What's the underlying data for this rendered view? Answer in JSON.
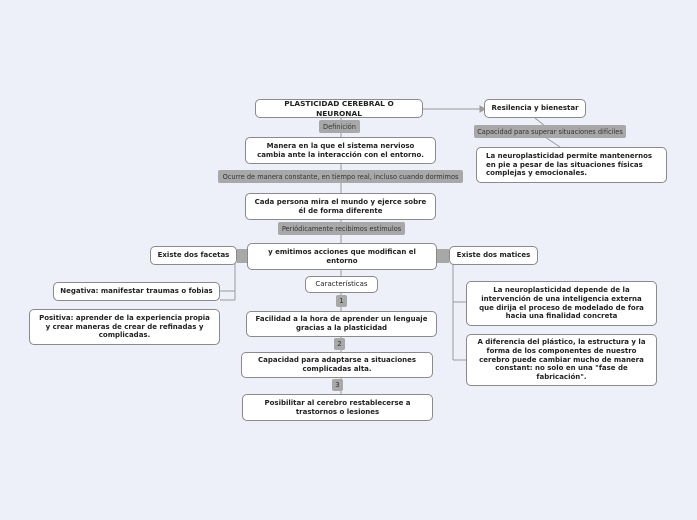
{
  "map": {
    "root": "PLASTICIDAD CEREBRAL O NEURONAL",
    "resilience": {
      "title": "Resilencia y bienestar",
      "label": "Capacidad para superar situaciones  difíciles",
      "text": "La neuroplasticidad permite mantenernos en pie a pesar de las situaciones físicas complejas y emocionales."
    },
    "definition": {
      "label": "Definición",
      "text": "Manera en la que el sistema nervioso cambia ante la interacción con el entorno."
    },
    "occurs": {
      "label": "Ocurre de manera constante, en tiempo real, incluso cuando dormimos",
      "text": "Cada persona mira el mundo y ejerce sobre él de forma diferente"
    },
    "periodic": {
      "label": "Periódicamente recibimos estímulos",
      "text": "y emitimos acciones que modifican el entorno"
    },
    "facets": {
      "title": "Existe dos facetas",
      "negative": "Negativa: manifestar traumas o fobias",
      "positive": "Positiva: aprender de la experiencia propia y crear maneras de crear de refinadas y complicadas."
    },
    "nuances": {
      "title": "Existe dos matices",
      "first": "La neuroplasticidad depende de la intervención de una inteligencia externa que dirija el proceso de modelado de fora hacia una finalidad concreta",
      "second": "A diferencia del plástico, la estructura y la forma de los componentes de nuestro cerebro puede cambiar mucho de manera constant: no solo en una \"fase de fabricación\"."
    },
    "characteristics": {
      "title": "Características",
      "items": [
        {
          "num": "1",
          "text": "Facilidad a la hora de aprender un lenguaje gracias a la plasticidad"
        },
        {
          "num": "2",
          "text": "Capacidad para adaptarse a situaciones complicadas alta."
        },
        {
          "num": "3",
          "text": "Posibilitar al cerebro restablecerse a trastornos o lesiones"
        }
      ]
    }
  },
  "colors": {
    "background": "#eef0f9",
    "node_border": "#8a8a8a",
    "label_bg": "#a8a8a8",
    "line": "#9a9a9a"
  }
}
